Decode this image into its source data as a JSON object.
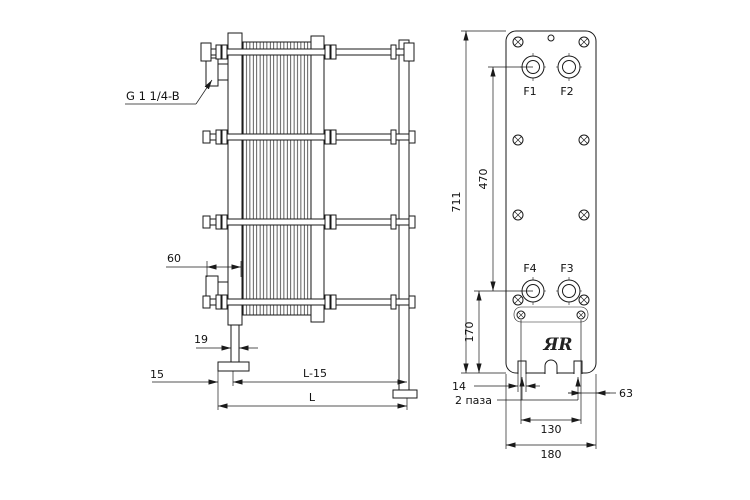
{
  "drawing": {
    "side_view": {
      "thread_label": "G 1 1/4-B",
      "dims": {
        "port_offset": "60",
        "foot_width": "19",
        "base_offset": "15",
        "length_minus": "L-15",
        "length": "L"
      }
    },
    "front_view": {
      "ports": {
        "f1": "F1",
        "f2": "F2",
        "f3": "F3",
        "f4": "F4"
      },
      "dims": {
        "height": "711",
        "port_span_v": "470",
        "port_bottom": "170",
        "slot_width": "14",
        "slot_span": "130",
        "width": "180",
        "edge_offset": "63"
      },
      "slots_note": "2 паза",
      "logo": "ЯR"
    }
  }
}
